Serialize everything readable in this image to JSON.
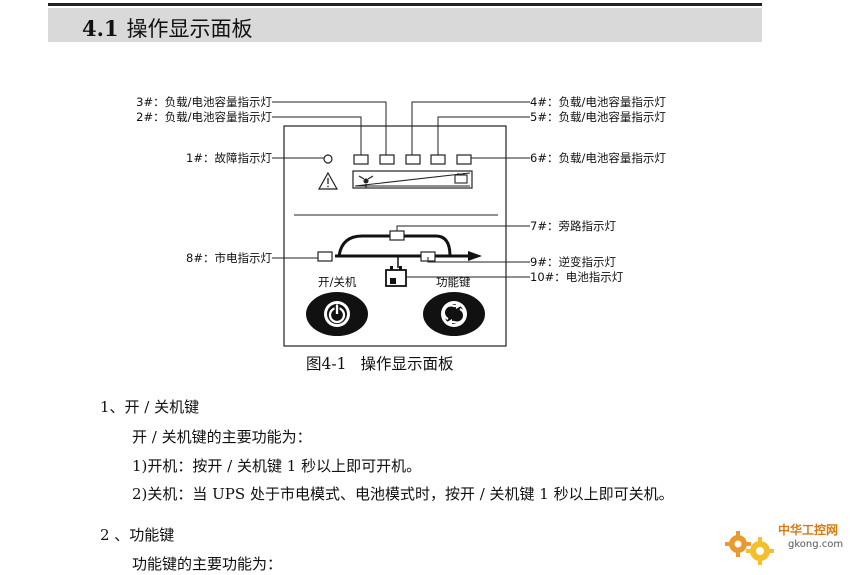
{
  "section": {
    "number": "4.1",
    "title": "操作显示面板"
  },
  "panel": {
    "labels": {
      "ind3": "3#：负载/电池容量指示灯",
      "ind2": "2#：负载/电池容量指示灯",
      "ind1": "1#：故障指示灯",
      "ind8": "8#：市电指示灯",
      "ind4": "4#：负载/电池容量指示灯",
      "ind5": "5#：负载/电池容量指示灯",
      "ind6": "6#：负载/电池容量指示灯",
      "ind7": "7#：旁路指示灯",
      "ind9": "9#：逆变指示灯",
      "ind10": "10#：电池指示灯"
    },
    "power_key_label": "开/关机",
    "function_key_label": "功能键"
  },
  "figure_caption": {
    "number": "图4-1",
    "title": "操作显示面板"
  },
  "body": {
    "item1_heading": "1、开 / 关机键",
    "item1_intro": "开 / 关机键的主要功能为：",
    "item1_line1": "1)开机：按开 / 关机键 1 秒以上即可开机。",
    "item1_line2": "2)关机：当 UPS 处于市电模式、电池模式时，按开 / 关机键 1 秒以上即可关机。",
    "item2_heading": "2 、功能键",
    "item2_intro": "功能键的主要功能为："
  },
  "watermark": {
    "name": "中华工控网",
    "url": "gkong.com"
  }
}
